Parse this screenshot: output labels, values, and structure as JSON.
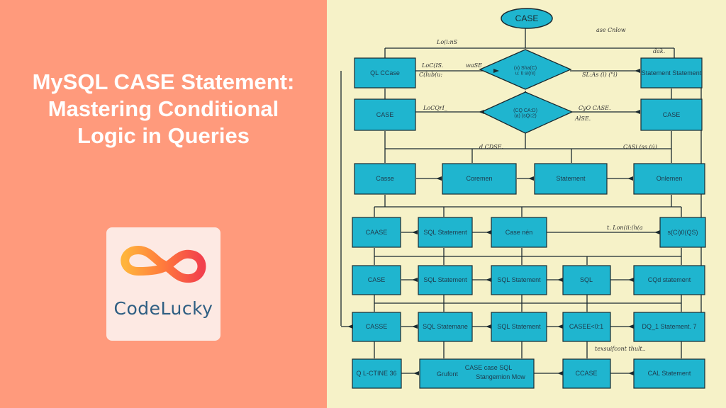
{
  "title": "MySQL CASE Statement: Mastering Conditional Logic in Queries",
  "logo": {
    "text": "CodeLucky",
    "icon": "infinity-logo-icon"
  },
  "colors": {
    "left_bg": "#FF9A7C",
    "right_bg": "#F6F2C8",
    "box": "#1FB5CF",
    "logo_text": "#2E5E82"
  },
  "diagram": {
    "top": "CASE",
    "top_note": "ase Cnlow",
    "diamond1": "(x) Sha(C)\nu: ti si(ni)",
    "diamond2": "(CQ CA:D)\n(a) (sQi:2)",
    "row1": [
      "QL CCase",
      "Statement Statement"
    ],
    "row2": [
      "CASE",
      "CASE"
    ],
    "row3": [
      "Casse",
      "Coremen",
      "Statement",
      "Onlemen"
    ],
    "row4": [
      "CAASE",
      "SQL Statement",
      "Case nén",
      "s(Ci)0(QS)"
    ],
    "row5": [
      "CASE",
      "SQL Statement",
      "SQL Statement",
      "SQL",
      "CQd statement"
    ],
    "row6": [
      "CASSE",
      "SQL Statemane",
      "SQL Statement",
      "CASEE<0:1",
      "DQ_1  Statement. 7"
    ],
    "row7": [
      "Q L-CTINE 36",
      "Grufont",
      "CCASE",
      "CAL Statement"
    ],
    "grufont_top": "CASE case SQL",
    "grufont_bottom": "Stangemion Mow",
    "notes": [
      "LoC(IS.",
      "waSE",
      "LoCQrI_",
      "CyO CASE.",
      "AlSE.",
      "SL:As (i) (\"i)",
      "d CDSE.",
      "CASi (ss (ú)",
      "texsuifcont thult..",
      "C(lub(u:",
      "dak.",
      "Lo(i:nS",
      "t. Lon(ii:(h(a"
    ]
  }
}
